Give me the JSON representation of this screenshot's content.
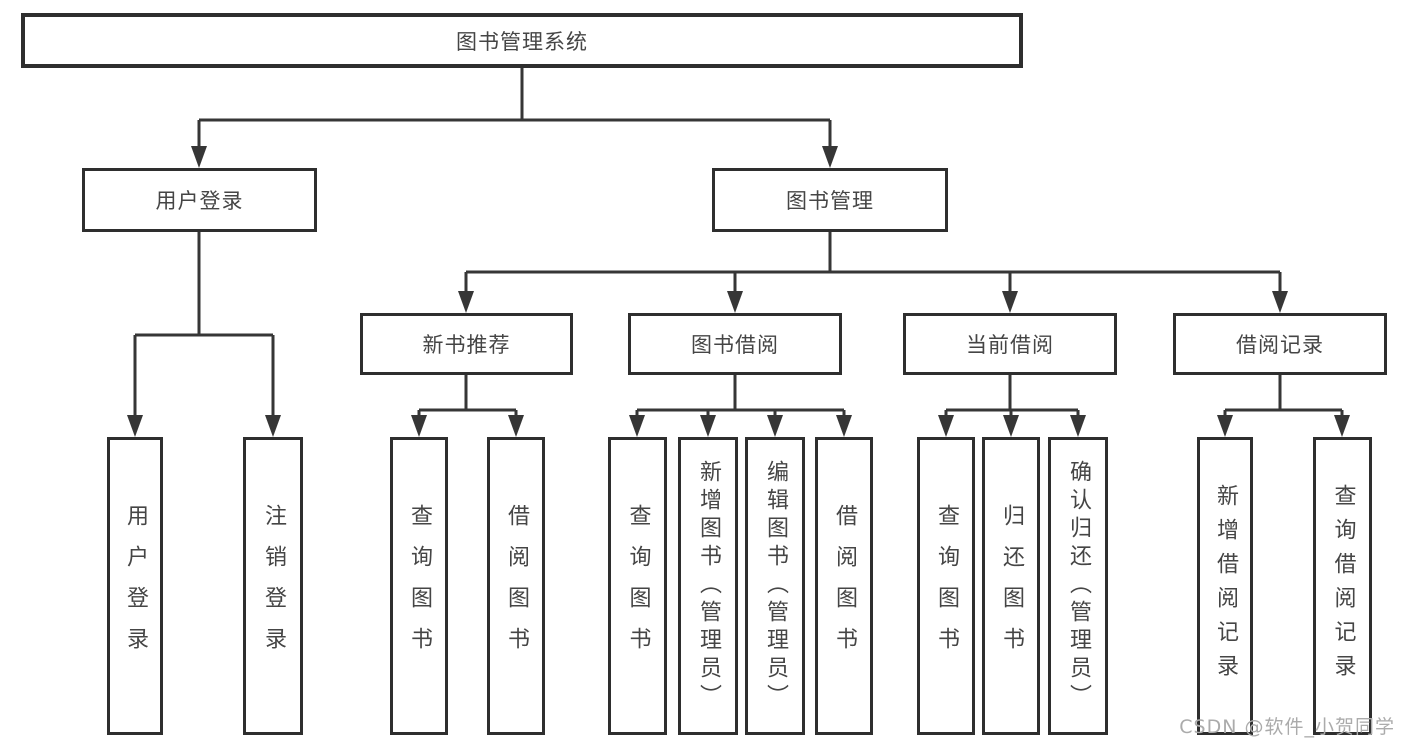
{
  "diagram": {
    "root": "图书管理系统",
    "branches": [
      {
        "label": "用户登录",
        "children": [
          "用户登录",
          "注销登录"
        ]
      },
      {
        "label": "图书管理",
        "sections": [
          {
            "label": "新书推荐",
            "children": [
              "查询图书",
              "借阅图书"
            ]
          },
          {
            "label": "图书借阅",
            "children": [
              "查询图书",
              "新增图书（管理员）",
              "编辑图书（管理员）",
              "借阅图书"
            ]
          },
          {
            "label": "当前借阅",
            "children": [
              "查询图书",
              "归还图书",
              "确认归还（管理员）"
            ]
          },
          {
            "label": "借阅记录",
            "children": [
              "新增借阅记录",
              "查询借阅记录"
            ]
          }
        ]
      }
    ]
  },
  "watermark": {
    "text": "CSDN @软件_小贺同学"
  },
  "colors": {
    "background": "#ffffff",
    "box_fill": "#ffffff",
    "border": "#2e2e2e",
    "line": "#363636",
    "text": "#454545",
    "watermark": "#ababab"
  }
}
